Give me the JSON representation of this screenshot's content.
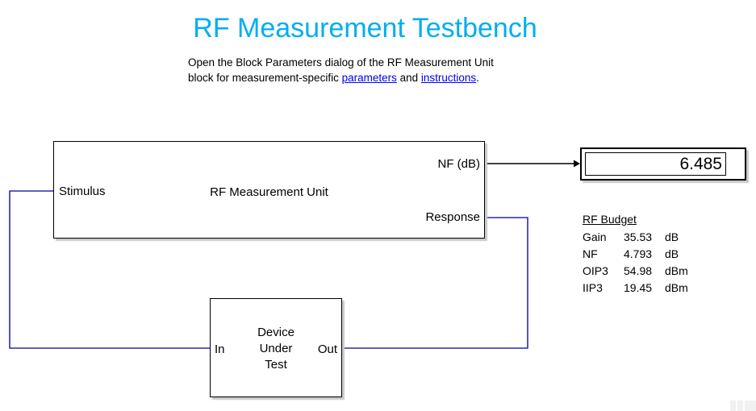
{
  "title": "RF Measurement Testbench",
  "note": {
    "line1": "Open the Block Parameters dialog of the RF Measurement Unit",
    "line2_prefix": "block for measurement-specific ",
    "link_parameters": "parameters",
    "line2_mid": " and ",
    "link_instructions": "instructions",
    "line2_suffix": "."
  },
  "blocks": {
    "rf_measurement_unit": {
      "label": "RF Measurement Unit",
      "ports": {
        "stimulus": "Stimulus",
        "nf": "NF (dB)",
        "response": "Response"
      }
    },
    "device_under_test": {
      "label_line1": "Device",
      "label_line2": "Under",
      "label_line3": "Test",
      "ports": {
        "in": "In",
        "out": "Out"
      }
    },
    "display": {
      "value": "6.485"
    }
  },
  "rf_budget": {
    "title": "RF Budget",
    "rows": [
      {
        "name": "Gain",
        "value": "35.53",
        "unit": "dB"
      },
      {
        "name": "NF",
        "value": "4.793",
        "unit": "dB"
      },
      {
        "name": "OIP3",
        "value": "54.98",
        "unit": "dBm"
      },
      {
        "name": "IIP3",
        "value": "19.45",
        "unit": "dBm"
      }
    ]
  },
  "colors": {
    "accent": "#00AEEF",
    "link": "#0000EE",
    "wire": "#2A2AB0"
  }
}
